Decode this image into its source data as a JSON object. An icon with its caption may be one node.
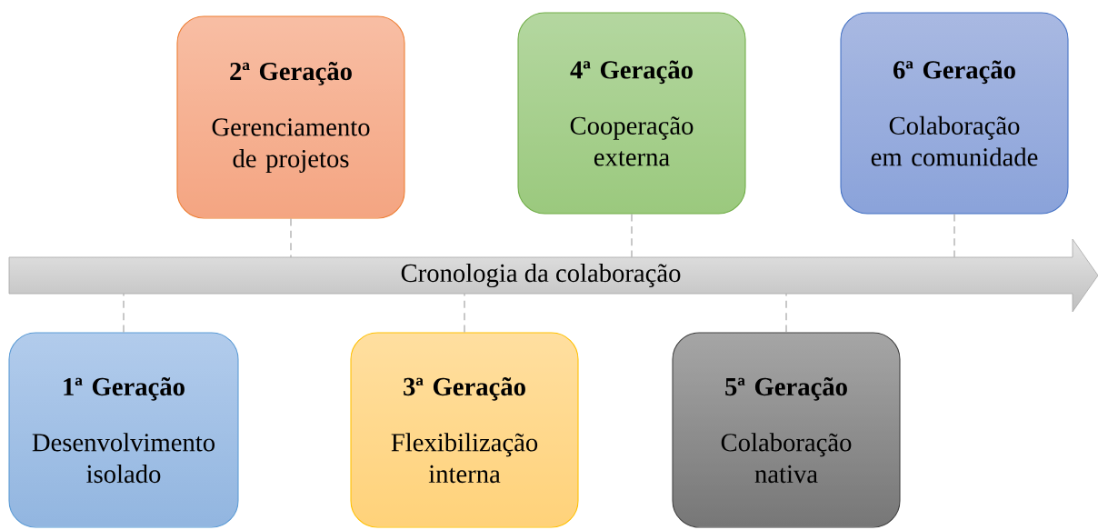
{
  "diagram": {
    "nodes": [
      {
        "text": [
          "2ª Geração",
          "Gerenciamento de projetos"
        ]
      },
      {
        "text": [
          "4ª Geração",
          "Cooperação externa"
        ]
      },
      {
        "text": [
          "6ª Geração",
          "Colaboração em comunidade"
        ]
      },
      {
        "text": [
          "Cronologia da colaboração"
        ]
      },
      {
        "text": [
          "1ª Geração",
          "Desenvolvimento isolado"
        ]
      },
      {
        "text": [
          "3ª Geração",
          "Flexibilização interna"
        ]
      },
      {
        "text": [
          "5ª Geração",
          "Colaboração nativa"
        ]
      }
    ],
    "edges": [
      {
        "from": 0,
        "to": 3,
        "arrow": "none",
        "style": "dashed"
      },
      {
        "from": 1,
        "to": 3,
        "arrow": "none",
        "style": "dashed"
      },
      {
        "from": 2,
        "to": 3,
        "arrow": "none",
        "style": "dashed"
      },
      {
        "from": 4,
        "to": 3,
        "arrow": "none",
        "style": "dashed"
      },
      {
        "from": 5,
        "to": 3,
        "arrow": "none",
        "style": "dashed"
      },
      {
        "from": 6,
        "to": 3,
        "arrow": "none",
        "style": "dashed"
      }
    ]
  }
}
